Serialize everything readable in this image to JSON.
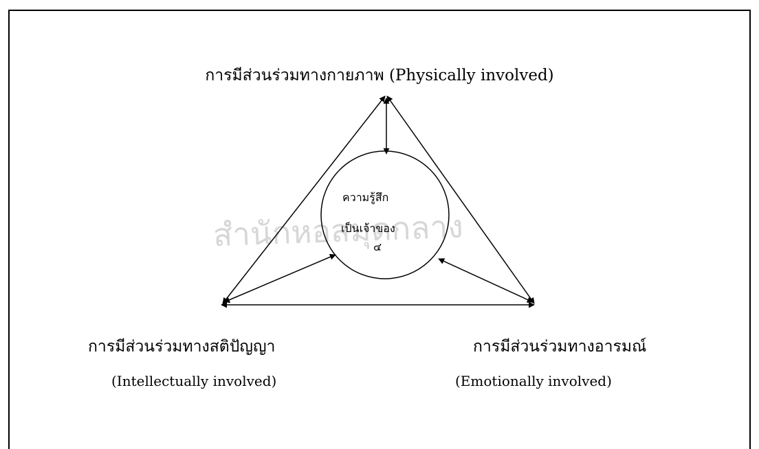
{
  "diagram": {
    "top_label": "การมีส่วนร่วมทางกายภาพ (Physically involved)",
    "left_label_thai": "การมีส่วนร่วมทางสติปัญญา",
    "left_label_english": "(Intellectually involved)",
    "right_label_thai": "การมีส่วนร่วมทางอารมณ์",
    "right_label_english": "(Emotionally involved)",
    "center_line1": "ความรู้สึก",
    "center_line2": "เป็นเจ้าของ",
    "center_mark": "๔"
  },
  "watermark": {
    "text": "สำนักหอสมุดกลาง",
    "color": "#999999"
  },
  "colors": {
    "line": "#000000",
    "background": "#ffffff"
  }
}
